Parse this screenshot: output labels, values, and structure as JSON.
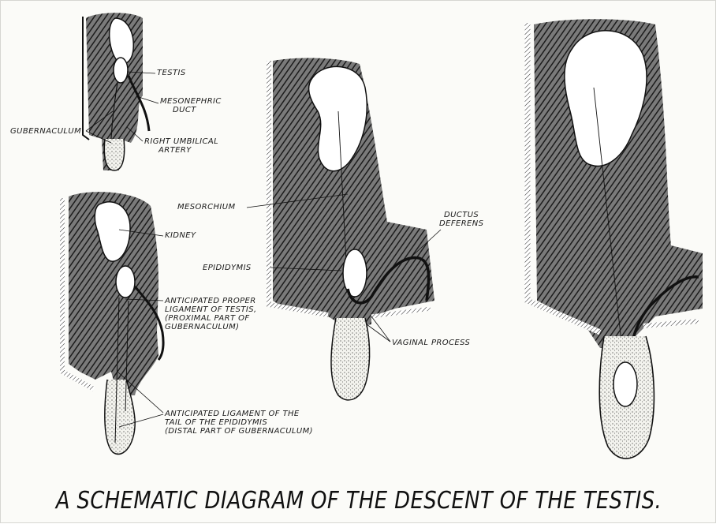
{
  "labels": {
    "testis": "TESTIS",
    "mesonephric_duct": [
      "MESONEPHRIC",
      "DUCT"
    ],
    "gubernaculum": "GUBERNACULUM",
    "right_umbilical_artery": [
      "RIGHT UMBILICAL",
      "ARTERY"
    ],
    "mesorchium": "MESORCHIUM",
    "kidney": "KIDNEY",
    "ductus_deferens": [
      "DUCTUS",
      "DEFERENS"
    ],
    "epididymis": "EPIDIDYMIS",
    "anticipated_proper_ligament": [
      "ANTICIPATED PROPER",
      "LIGAMENT OF TESTIS,",
      "(PROXIMAL PART OF",
      "GUBERNACULUM)"
    ],
    "vaginal_process": "VAGINAL PROCESS",
    "anticipated_ligament_tail": [
      "ANTICIPATED LIGAMENT OF THE",
      "TAIL OF THE EPIDIDYMIS",
      "(DISTAL PART OF GUBERNACULUM)"
    ]
  },
  "title": "A SCHEMATIC DIAGRAM OF THE DESCENT OF THE TESTIS.",
  "colors": {
    "ink": "#111111",
    "shade": "#3a3a3a",
    "paper": "#fbfbf8"
  }
}
